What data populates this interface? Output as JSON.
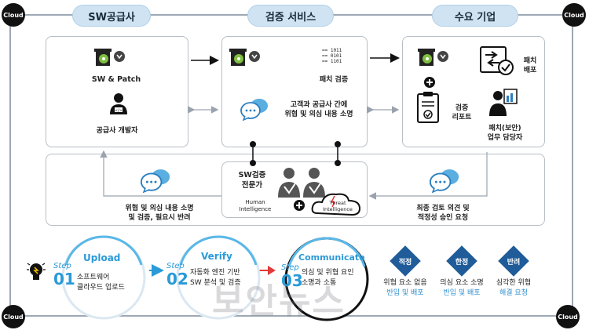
{
  "corners": {
    "label": "Cloud"
  },
  "headers": {
    "supplier": "SW공급사",
    "service": "검증 서비스",
    "enterprise": "수요 기업"
  },
  "supplier_box": {
    "sw_patch": "SW & Patch",
    "developer": "공급사 개발자"
  },
  "service_box": {
    "patch_verify": "패치 검증",
    "report_threat": "고객과 공급사 간에\n위협 및 의심 내용 소명"
  },
  "enterprise_box": {
    "patch_deploy": "패치\n배포",
    "verify_report": "검증\n리포트",
    "manager": "패치(보안)\n업무 담당자"
  },
  "lower": {
    "left_text": "위협 및 의심 내용 소명\n및 검증, 필요시 반려",
    "expert": "SW검증\n전문가",
    "human": "Human\nIntelligence",
    "threat": "Threat\nIntelligence",
    "right_text": "최종 검토 의견 및\n적정성 승인 요청"
  },
  "steps": [
    {
      "word": "Step",
      "num": "01",
      "title": "Upload",
      "desc": "소프트웨어\n클라우드 업로드"
    },
    {
      "word": "Step",
      "num": "02",
      "title": "Verify",
      "desc": "자동화 엔진 기반\nSW 분석 및 검증"
    },
    {
      "word": "Step",
      "num": "03",
      "title": "Communicate",
      "desc": "의심 및 위협 요인\n소명과 소통"
    }
  ],
  "results": [
    {
      "badge": "적정",
      "line1": "위협 요소 없음",
      "line2": "반입 및 배포"
    },
    {
      "badge": "한정",
      "line1": "의심 요소 소명",
      "line2": "반입 및 배포"
    },
    {
      "badge": "반려",
      "line1": "심각한 위협",
      "line2": "해결 요청"
    }
  ],
  "watermark": "보안뉴스",
  "colors": {
    "accent": "#2a9ad8",
    "badge": "#1f5c99",
    "header": "#cfe3f3",
    "frame": "#9ea8b4"
  }
}
